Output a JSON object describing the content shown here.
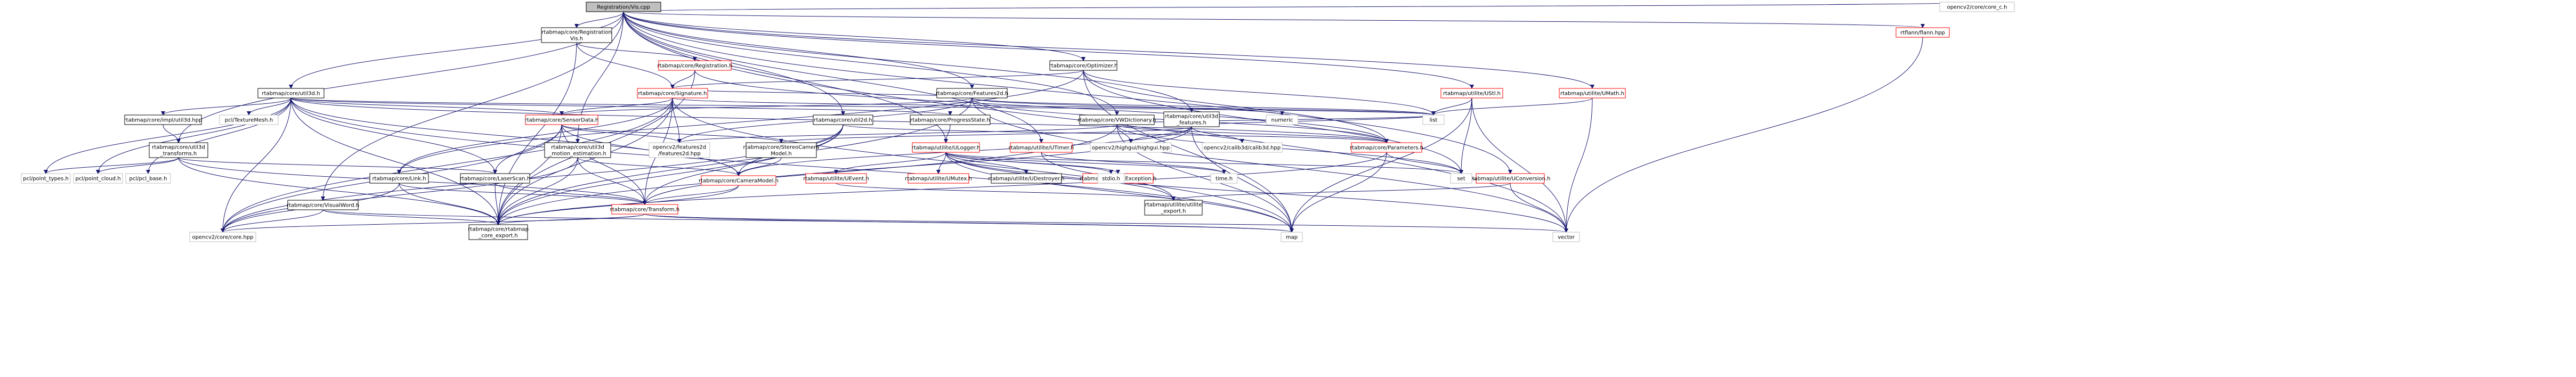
{
  "title": "Registration/Vis.cpp",
  "nodes": [
    {
      "id": "root",
      "label": [
        "Registration/Vis.cpp"
      ],
      "style": "gray"
    },
    {
      "id": "reg_vis_h",
      "label": [
        "rtabmap/core/Registration",
        "Vis.h"
      ],
      "style": "black"
    },
    {
      "id": "util3d_h",
      "label": [
        "rtabmap/core/util3d.h"
      ],
      "style": "black"
    },
    {
      "id": "registration_h",
      "label": [
        "rtabmap/core/Registration.h"
      ],
      "style": "red"
    },
    {
      "id": "optimizer_h",
      "label": [
        "rtabmap/core/Optimizer.h"
      ],
      "style": "black"
    },
    {
      "id": "features2d_h",
      "label": [
        "rtabmap/core/Features2d.h"
      ],
      "style": "black"
    },
    {
      "id": "signature_h",
      "label": [
        "rtabmap/core/Signature.h"
      ],
      "style": "red"
    },
    {
      "id": "sensordata_h",
      "label": [
        "rtabmap/core/SensorData.h"
      ],
      "style": "red"
    },
    {
      "id": "progressstate_h",
      "label": [
        "rtabmap/core/ProgressState.h"
      ],
      "style": "black"
    },
    {
      "id": "util2d_h",
      "label": [
        "rtabmap/core/util2d.h"
      ],
      "style": "black"
    },
    {
      "id": "vwdictionary_h",
      "label": [
        "rtabmap/core/VWDictionary.h"
      ],
      "style": "black"
    },
    {
      "id": "util3d_features_h",
      "label": [
        "rtabmap/core/util3d",
        "_features.h"
      ],
      "style": "black"
    },
    {
      "id": "ustl_h",
      "label": [
        "rtabmap/utilite/UStl.h"
      ],
      "style": "red"
    },
    {
      "id": "umath_h",
      "label": [
        "rtabmap/utilite/UMath.h"
      ],
      "style": "red"
    },
    {
      "id": "opencv_core_c_h",
      "label": [
        "opencv2/core/core_c.h"
      ],
      "style": "plain"
    },
    {
      "id": "rtflann_h",
      "label": [
        "rtflann/flann.hpp"
      ],
      "style": "red"
    },
    {
      "id": "eigen_defs_hpp",
      "label": [
        "rtabmap/core/impl/util3d.hpp"
      ],
      "style": "black"
    },
    {
      "id": "pcl_texturemesh",
      "label": [
        "pcl/TextureMesh.h"
      ],
      "style": "plain"
    },
    {
      "id": "util3d_transforms_h",
      "label": [
        "rtabmap/core/util3d",
        "_transforms.h"
      ],
      "style": "black"
    },
    {
      "id": "util3d_motion_h",
      "label": [
        "rtabmap/core/util3d",
        "_motion_estimation.h"
      ],
      "style": "black"
    },
    {
      "id": "laserscan_h",
      "label": [
        "rtabmap/core/LaserScan.h"
      ],
      "style": "black"
    },
    {
      "id": "link_h",
      "label": [
        "rtabmap/core/Link.h"
      ],
      "style": "black"
    },
    {
      "id": "visualword_h",
      "label": [
        "rtabmap/core/VisualWord.h"
      ],
      "style": "black"
    },
    {
      "id": "features2d_hpp",
      "label": [
        "opencv2/features2d",
        "/features2d.hpp"
      ],
      "style": "plain"
    },
    {
      "id": "stereocam_h",
      "label": [
        "rtabmap/core/StereoCamera",
        "Model.h"
      ],
      "style": "black"
    },
    {
      "id": "cameramodel_h",
      "label": [
        "rtabmap/core/CameraModel.h"
      ],
      "style": "red"
    },
    {
      "id": "transform_h",
      "label": [
        "rtabmap/core/Transform.h"
      ],
      "style": "red"
    },
    {
      "id": "ulogger_h",
      "label": [
        "rtabmap/utilite/ULogger.h"
      ],
      "style": "red"
    },
    {
      "id": "utimer_h",
      "label": [
        "rtabmap/utilite/UTimer.h"
      ],
      "style": "red"
    },
    {
      "id": "parameters_h",
      "label": [
        "rtabmap/core/Parameters.h"
      ],
      "style": "red"
    },
    {
      "id": "uevent_h",
      "label": [
        "rtabmap/utilite/UEvent.h"
      ],
      "style": "red"
    },
    {
      "id": "umutex_h",
      "label": [
        "rtabmap/utilite/UMutex.h"
      ],
      "style": "red"
    },
    {
      "id": "udestroyer_h",
      "label": [
        "rtabmap/utilite/UDestroyer.h"
      ],
      "style": "black"
    },
    {
      "id": "uexception_h",
      "label": [
        "rtabmap/utilite/UException.h"
      ],
      "style": "red"
    },
    {
      "id": "uconversion_h",
      "label": [
        "rtabmap/utilite/UConversion.h"
      ],
      "style": "red"
    },
    {
      "id": "utilite_export_h",
      "label": [
        "rtabmap/utilite/utilite",
        "_export.h"
      ],
      "style": "black"
    },
    {
      "id": "rtabmap_core_export_h",
      "label": [
        "rtabmap/core/rtabmap",
        "_core_export.h"
      ],
      "style": "black"
    },
    {
      "id": "opencv_core_hpp",
      "label": [
        "opencv2/core/core.hpp"
      ],
      "style": "plain"
    },
    {
      "id": "pcl_point_types",
      "label": [
        "pcl/point_types.h"
      ],
      "style": "plain"
    },
    {
      "id": "pcl_point_cloud",
      "label": [
        "pcl/point_cloud.h"
      ],
      "style": "plain"
    },
    {
      "id": "pcl_pcl_base",
      "label": [
        "pcl/pcl_base.h"
      ],
      "style": "plain"
    },
    {
      "id": "highgui_hpp",
      "label": [
        "opencv2/highgui/highgui.hpp"
      ],
      "style": "plain"
    },
    {
      "id": "calib3d_hpp",
      "label": [
        "opencv2/calib3d/calib3d.hpp"
      ],
      "style": "plain"
    },
    {
      "id": "numeric",
      "label": [
        "numeric"
      ],
      "style": "plain"
    },
    {
      "id": "list",
      "label": [
        "list"
      ],
      "style": "plain"
    },
    {
      "id": "set",
      "label": [
        "set"
      ],
      "style": "plain"
    },
    {
      "id": "map",
      "label": [
        "map"
      ],
      "style": "plain"
    },
    {
      "id": "vector",
      "label": [
        "vector"
      ],
      "style": "plain"
    },
    {
      "id": "stdio_h",
      "label": [
        "stdio.h"
      ],
      "style": "plain"
    },
    {
      "id": "time_h",
      "label": [
        "time.h"
      ],
      "style": "plain"
    }
  ],
  "edges": [
    [
      "root",
      "reg_vis_h"
    ],
    [
      "root",
      "util3d_h"
    ],
    [
      "root",
      "optimizer_h"
    ],
    [
      "root",
      "features2d_h"
    ],
    [
      "root",
      "util2d_h"
    ],
    [
      "root",
      "vwdictionary_h"
    ],
    [
      "root",
      "util3d_features_h"
    ],
    [
      "root",
      "ustl_h"
    ],
    [
      "root",
      "umath_h"
    ],
    [
      "root",
      "opencv_core_c_h"
    ],
    [
      "root",
      "rtflann_h"
    ],
    [
      "root",
      "ulogger_h"
    ],
    [
      "root",
      "utimer_h"
    ],
    [
      "root",
      "util3d_transforms_h"
    ],
    [
      "root",
      "util3d_motion_h"
    ],
    [
      "root",
      "visualword_h"
    ],
    [
      "root",
      "uconversion_h"
    ],
    [
      "root",
      "vector"
    ],
    [
      "reg_vis_h",
      "registration_h"
    ],
    [
      "reg_vis_h",
      "signature_h"
    ],
    [
      "reg_vis_h",
      "rtabmap_core_export_h"
    ],
    [
      "registration_h",
      "signature_h"
    ],
    [
      "registration_h",
      "rtabmap_core_export_h"
    ],
    [
      "registration_h",
      "parameters_h"
    ],
    [
      "optimizer_h",
      "signature_h"
    ],
    [
      "optimizer_h",
      "link_h"
    ],
    [
      "optimizer_h",
      "parameters_h"
    ],
    [
      "optimizer_h",
      "map"
    ],
    [
      "optimizer_h",
      "list"
    ],
    [
      "optimizer_h",
      "set"
    ],
    [
      "util3d_h",
      "eigen_defs_hpp"
    ],
    [
      "util3d_h",
      "pcl_texturemesh"
    ],
    [
      "util3d_h",
      "laserscan_h"
    ],
    [
      "util3d_h",
      "rtabmap_core_export_h"
    ],
    [
      "util3d_h",
      "opencv_core_hpp"
    ],
    [
      "util3d_h",
      "pcl_point_types"
    ],
    [
      "util3d_h",
      "pcl_point_cloud"
    ],
    [
      "util3d_h",
      "pcl_pcl_base"
    ],
    [
      "util3d_h",
      "cameramodel_h"
    ],
    [
      "util3d_h",
      "progressstate_h"
    ],
    [
      "util3d_h",
      "sensordata_h"
    ],
    [
      "util3d_h",
      "parameters_h"
    ],
    [
      "util3d_h",
      "map"
    ],
    [
      "util3d_h",
      "list"
    ],
    [
      "eigen_defs_hpp",
      "util3d_transforms_h"
    ],
    [
      "util3d_transforms_h",
      "pcl_point_types"
    ],
    [
      "util3d_transforms_h",
      "pcl_point_cloud"
    ],
    [
      "util3d_transforms_h",
      "transform_h"
    ],
    [
      "util3d_transforms_h",
      "rtabmap_core_export_h"
    ],
    [
      "util3d_transforms_h",
      "laserscan_h"
    ],
    [
      "signature_h",
      "sensordata_h"
    ],
    [
      "signature_h",
      "link_h"
    ],
    [
      "signature_h",
      "transform_h"
    ],
    [
      "signature_h",
      "features2d_hpp"
    ],
    [
      "signature_h",
      "rtabmap_core_export_h"
    ],
    [
      "signature_h",
      "opencv_core_hpp"
    ],
    [
      "signature_h",
      "map"
    ],
    [
      "signature_h",
      "list"
    ],
    [
      "sensordata_h",
      "laserscan_h"
    ],
    [
      "sensordata_h",
      "cameramodel_h"
    ],
    [
      "sensordata_h",
      "stereocam_h"
    ],
    [
      "sensordata_h",
      "transform_h"
    ],
    [
      "sensordata_h",
      "features2d_hpp"
    ],
    [
      "sensordata_h",
      "rtabmap_core_export_h"
    ],
    [
      "sensordata_h",
      "opencv_core_hpp"
    ],
    [
      "features2d_h",
      "signature_h"
    ],
    [
      "features2d_h",
      "sensordata_h"
    ],
    [
      "features2d_h",
      "parameters_h"
    ],
    [
      "features2d_h",
      "numeric"
    ],
    [
      "features2d_h",
      "features2d_hpp"
    ],
    [
      "features2d_h",
      "list"
    ],
    [
      "features2d_h",
      "rtabmap_core_export_h"
    ],
    [
      "features2d_h",
      "vector"
    ],
    [
      "progressstate_h",
      "ulogger_h"
    ],
    [
      "util2d_h",
      "cameramodel_h"
    ],
    [
      "util2d_h",
      "rtabmap_core_export_h"
    ],
    [
      "util2d_h",
      "opencv_core_hpp"
    ],
    [
      "util2d_h",
      "parameters_h"
    ],
    [
      "util2d_h",
      "transform_h"
    ],
    [
      "vwdictionary_h",
      "parameters_h"
    ],
    [
      "vwdictionary_h",
      "highgui_hpp"
    ],
    [
      "vwdictionary_h",
      "features2d_hpp"
    ],
    [
      "vwdictionary_h",
      "rtabmap_core_export_h"
    ],
    [
      "vwdictionary_h",
      "list"
    ],
    [
      "vwdictionary_h",
      "set"
    ],
    [
      "vwdictionary_h",
      "map"
    ],
    [
      "util3d_features_h",
      "cameramodel_h"
    ],
    [
      "util3d_features_h",
      "stereocam_h"
    ],
    [
      "util3d_features_h",
      "transform_h"
    ],
    [
      "util3d_features_h",
      "calib3d_hpp"
    ],
    [
      "util3d_features_h",
      "highgui_hpp"
    ],
    [
      "util3d_features_h",
      "list"
    ],
    [
      "util3d_features_h",
      "map"
    ],
    [
      "util3d_motion_h",
      "cameramodel_h"
    ],
    [
      "util3d_motion_h",
      "transform_h"
    ],
    [
      "util3d_motion_h",
      "rtabmap_core_export_h"
    ],
    [
      "util3d_motion_h",
      "opencv_core_hpp"
    ],
    [
      "laserscan_h",
      "transform_h"
    ],
    [
      "laserscan_h",
      "rtabmap_core_export_h"
    ],
    [
      "link_h",
      "transform_h"
    ],
    [
      "link_h",
      "rtabmap_core_export_h"
    ],
    [
      "link_h",
      "opencv_core_hpp"
    ],
    [
      "visualword_h",
      "rtabmap_core_export_h"
    ],
    [
      "visualword_h",
      "opencv_core_hpp"
    ],
    [
      "visualword_h",
      "map"
    ],
    [
      "stereocam_h",
      "cameramodel_h"
    ],
    [
      "cameramodel_h",
      "transform_h"
    ],
    [
      "cameramodel_h",
      "rtabmap_core_export_h"
    ],
    [
      "transform_h",
      "rtabmap_core_export_h"
    ],
    [
      "transform_h",
      "opencv_core_hpp"
    ],
    [
      "transform_h",
      "map"
    ],
    [
      "transform_h",
      "vector"
    ],
    [
      "ulogger_h",
      "uevent_h"
    ],
    [
      "ulogger_h",
      "umutex_h"
    ],
    [
      "ulogger_h",
      "udestroyer_h"
    ],
    [
      "ulogger_h",
      "uexception_h"
    ],
    [
      "ulogger_h",
      "utilite_export_h"
    ],
    [
      "ulogger_h",
      "stdio_h"
    ],
    [
      "ulogger_h",
      "time_h"
    ],
    [
      "ulogger_h",
      "set"
    ],
    [
      "ulogger_h",
      "map"
    ],
    [
      "ulogger_h",
      "vector"
    ],
    [
      "uevent_h",
      "utilite_export_h"
    ],
    [
      "utimer_h",
      "utilite_export_h"
    ],
    [
      "utimer_h",
      "time_h"
    ],
    [
      "parameters_h",
      "rtabmap_core_export_h"
    ],
    [
      "parameters_h",
      "map"
    ],
    [
      "parameters_h",
      "set"
    ],
    [
      "ustl_h",
      "list"
    ],
    [
      "ustl_h",
      "map"
    ],
    [
      "ustl_h",
      "set"
    ],
    [
      "ustl_h",
      "vector"
    ],
    [
      "umath_h",
      "list"
    ],
    [
      "umath_h",
      "vector"
    ],
    [
      "uconversion_h",
      "utilite_export_h"
    ],
    [
      "uconversion_h",
      "vector"
    ],
    [
      "rtflann_h",
      "vector"
    ]
  ]
}
